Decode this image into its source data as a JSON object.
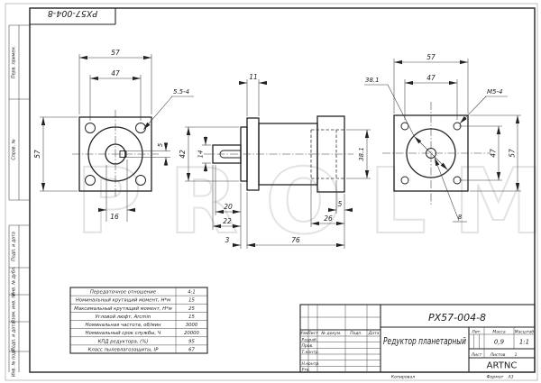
{
  "watermark": "PROLM",
  "stamp_box": {
    "doc_number": "PX57-004-8"
  },
  "margin": {
    "labels": [
      "Перв. примен.",
      "Справ. №",
      "Подп. и дата",
      "Инв. № дубл.",
      "Взам. инв. №",
      "Подп. и дата",
      "Инв. № подл."
    ]
  },
  "views": {
    "front": {
      "dim_width": "57",
      "dim_bolt": "47",
      "dim_height": "57",
      "callout_holes": "5.5-4",
      "dim_key": "5",
      "dim_key_pos": "16"
    },
    "side": {
      "dim_flange": "11",
      "dim_boss": "42",
      "dim_shaft": "14",
      "dim_shaft_len": "20",
      "dim_shaft_full": "22",
      "dim_step": "3",
      "dim_pilot_len": "5",
      "dim_rear_flange": "26",
      "dim_body": "76",
      "dim_pilot": "38.1"
    },
    "rear": {
      "dim_width": "57",
      "dim_bolt": "47",
      "dim_pilot": "38.1",
      "callout_holes": "M5-4",
      "dim_bolt_v": "47",
      "dim_height": "57",
      "callout_bore": "8"
    }
  },
  "spec_table": {
    "rows": [
      {
        "label": "Передаточное отношение",
        "value": "4:1"
      },
      {
        "label": "Номинальный крутящий момент, Н*м",
        "value": "15"
      },
      {
        "label": "Максимальный крутящий момент, Н*м",
        "value": "25"
      },
      {
        "label": "Угловой люфт, Arcmin",
        "value": "15"
      },
      {
        "label": "Номинальная частота, об/мин",
        "value": "3000"
      },
      {
        "label": "Номинальный срок службы, Ч",
        "value": "20000"
      },
      {
        "label": "КПД редуктора, (%)",
        "value": "95"
      },
      {
        "label": "Класс пылевлагозащиты, IP",
        "value": "67"
      }
    ]
  },
  "title_block": {
    "doc_number": "PX57-004-8",
    "title": "Редуктор планетарный",
    "company": "ARTNC",
    "col_izm": "Изм.",
    "col_list": "Лист",
    "col_doc": "№ докум.",
    "col_podp": "Подп.",
    "col_data": "Дата",
    "row_razrab": "Разраб.",
    "row_prov": "Пров.",
    "row_tkontr": "Т.контр.",
    "row_nkontr": "Н.контр.",
    "row_utv": "Утв.",
    "lit_label": "Лит.",
    "mass_label": "Масса",
    "scale_label": "Масштаб",
    "mass": "0,9",
    "scale": "1:1",
    "sheet_label": "Лист",
    "sheets_label": "Листов",
    "sheets_value": "1",
    "kopiroval": "Копировал",
    "format_label": "Формат",
    "format_value": "А3"
  }
}
